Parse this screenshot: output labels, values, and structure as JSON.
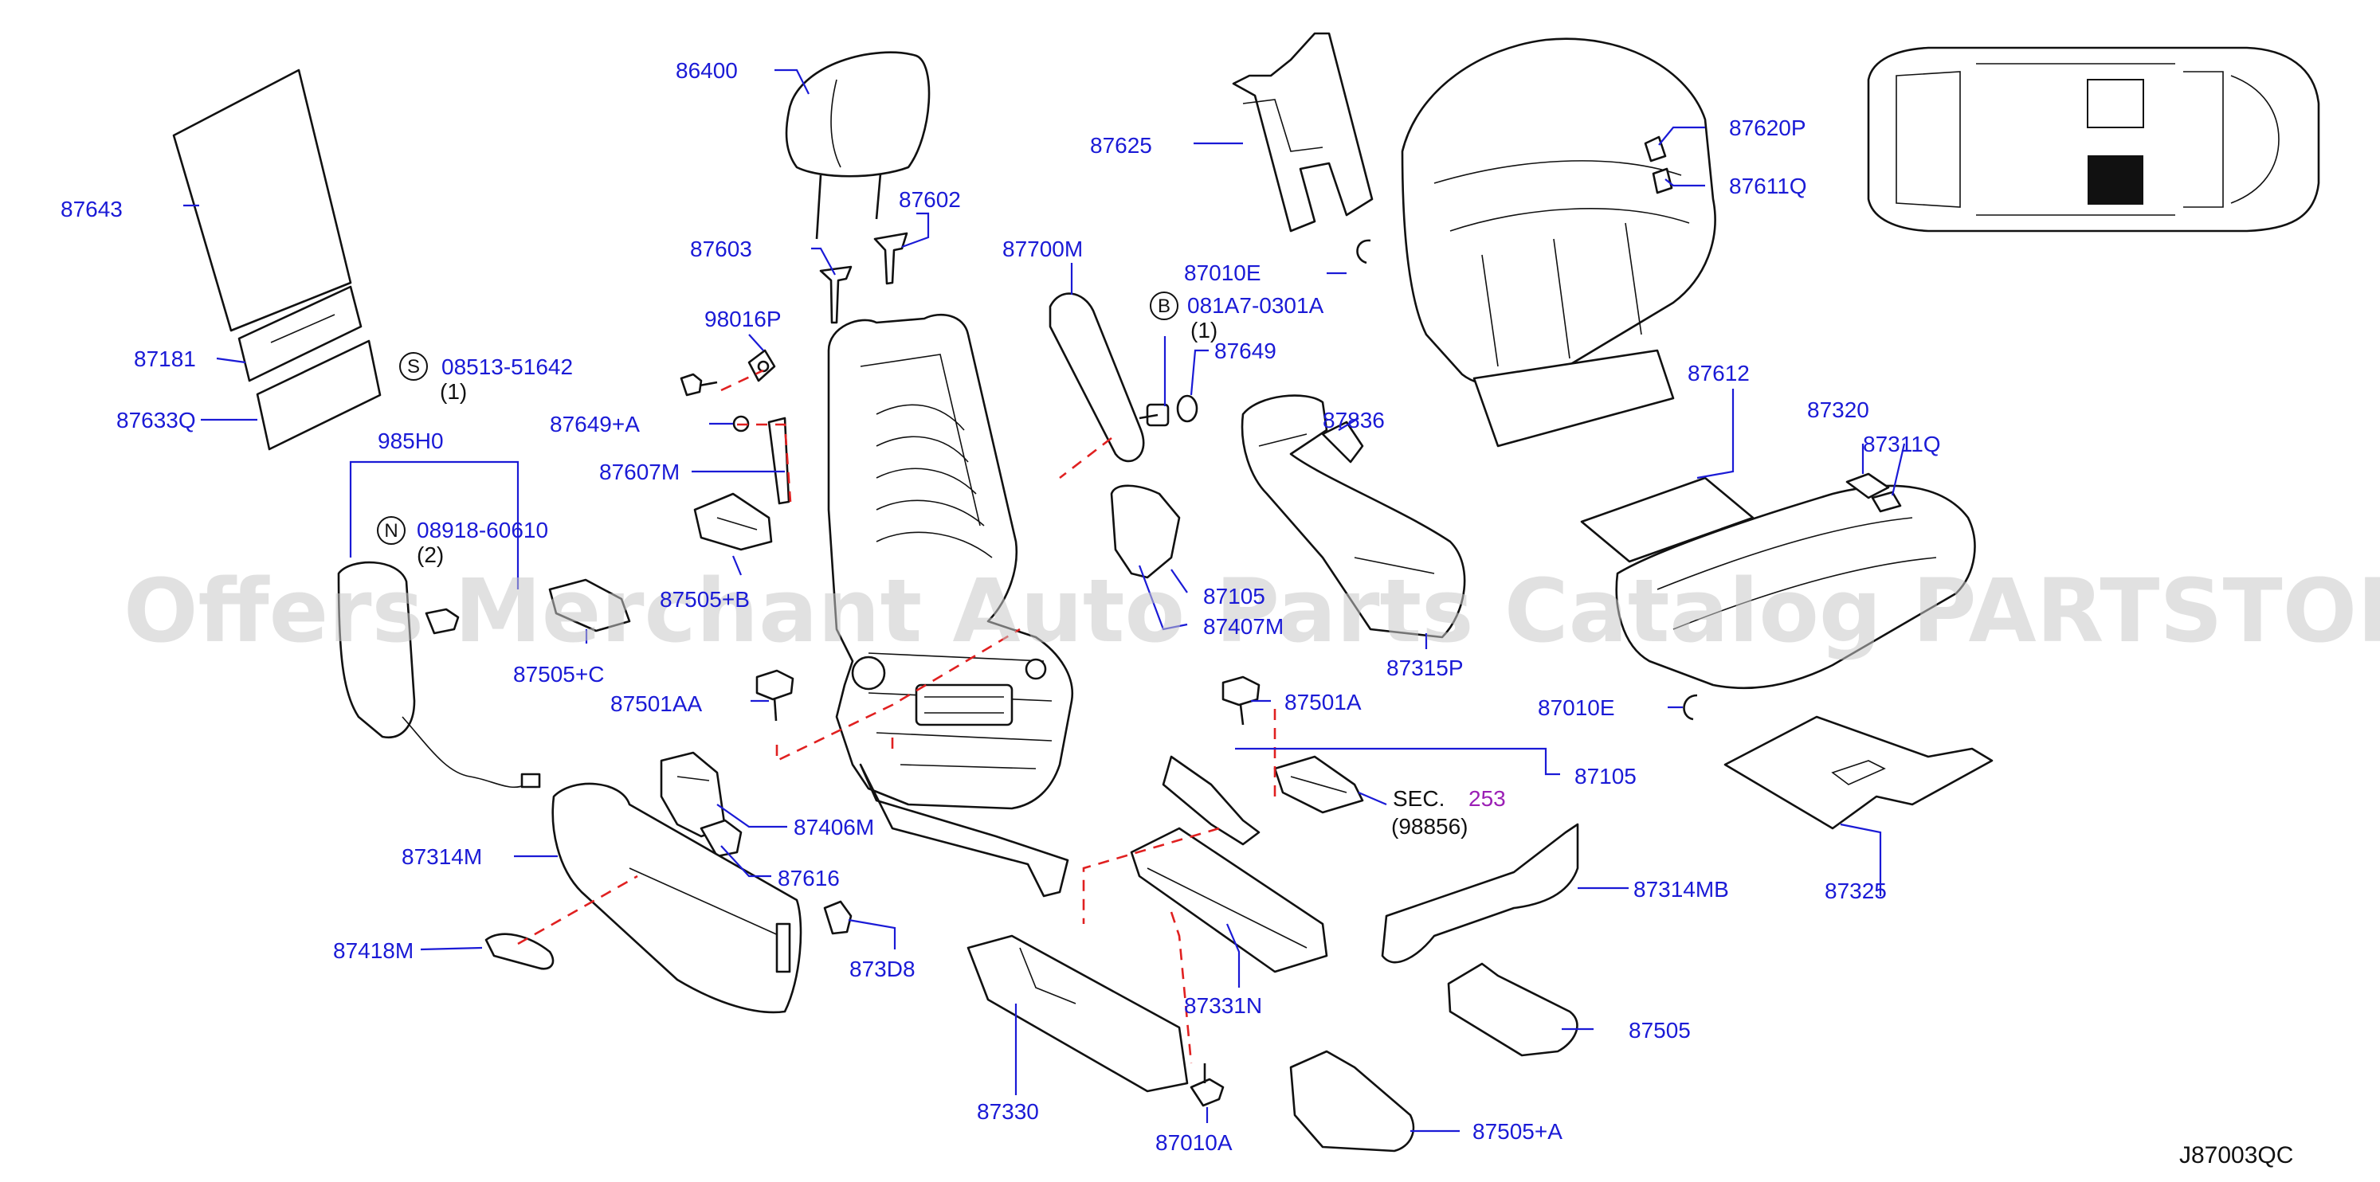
{
  "diagram_code": "J87003QC",
  "watermark": "Offers Merchant Auto Parts Catalog PARTSTORE.SA",
  "colors": {
    "label": "#1a1ad6",
    "reference_dash": "#e02020",
    "sec_ref": "#9b1fb5",
    "watermark": "#c8c8c8"
  },
  "labels": {
    "p86400": "86400",
    "p87643": "87643",
    "p87602": "87602",
    "p87603": "87603",
    "p87625": "87625",
    "p87620P": "87620P",
    "p87611Q": "87611Q",
    "p87700M": "87700M",
    "p87010E_top": "87010E",
    "p081A7": "081A7-0301A",
    "p081A7_qty": "(1)",
    "p87649": "87649",
    "p98016P": "98016P",
    "p87181": "87181",
    "p08513": "08513-51642",
    "p08513_qty": "(1)",
    "p87633Q": "87633Q",
    "p87649A": "87649+A",
    "p87612": "87612",
    "p87836": "87836",
    "p87320": "87320",
    "p87311Q": "87311Q",
    "p985H0": "985H0",
    "p87607M": "87607M",
    "p08918": "08918-60610",
    "p08918_qty": "(2)",
    "p87505B": "87505+B",
    "p87105_mid": "87105",
    "p87407M": "87407M",
    "p87505C": "87505+C",
    "p87315P": "87315P",
    "p87501AA": "87501AA",
    "p87501A": "87501A",
    "p87010E_right": "87010E",
    "p87105": "87105",
    "p_sec": "SEC.",
    "p_sec_num": "253",
    "p_sec_sub": "(98856)",
    "p87406M": "87406M",
    "p87314M": "87314M",
    "p87616": "87616",
    "p87325": "87325",
    "p87314MB": "87314MB",
    "p87418M": "87418M",
    "p873D8": "873D8",
    "p87331N": "87331N",
    "p87505": "87505",
    "p87330": "87330",
    "p87010A": "87010A",
    "p87505A": "87505+A"
  },
  "markers": {
    "b": "B",
    "s": "S",
    "n": "N"
  }
}
